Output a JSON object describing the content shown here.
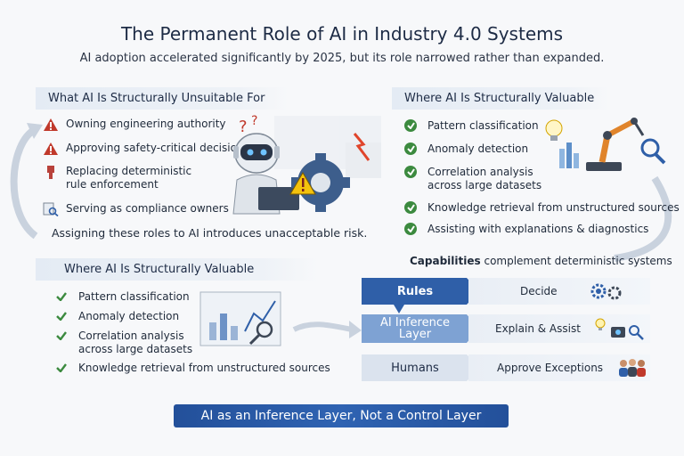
{
  "title": "The Permanent Role of AI in Industry 4.0 Systems",
  "subtitle": "AI adoption accelerated significantly by 2025, but its role narrowed rather than expanded.",
  "unsuitable": {
    "heading": "What AI Is Structurally Unsuitable For",
    "items": [
      "Owning engineering authority",
      "Approving safety-critical decisions",
      "Replacing deterministic",
      "rule enforcement",
      "Serving as compliance owners"
    ],
    "footer": "Assigning these roles to AI introduces unacceptable risk."
  },
  "valuable": {
    "heading": "Where AI Is Structurally Valuable",
    "items": [
      "Pattern classification",
      "Anomaly detection",
      "Correlation analysis",
      "across large datasets",
      "Knowledge retrieval from unstructured sources",
      "Assisting with explanations & diagnostics"
    ]
  },
  "valuable2": {
    "heading": "Where AI Is Structurally Valuable",
    "items": [
      "Pattern classification",
      "Anomaly detection",
      "Correlation analysis",
      "across large datasets",
      "Knowledge retrieval from unstructured sources"
    ]
  },
  "capabilities": {
    "prefix": "Capabilities",
    "rest": " complement deterministic systems"
  },
  "flow": [
    {
      "left": "Rules",
      "right": "Decide"
    },
    {
      "left": "AI Inference",
      "left2": "Layer",
      "right": "Explain & Assist"
    },
    {
      "left": "Humans",
      "right": "Approve Exceptions"
    }
  ],
  "banner": "AI as an Inference Layer, Not a Control Layer",
  "colors": {
    "accent": "#2f5fa8",
    "check": "#3c8a3f",
    "warning": "#c0392b"
  },
  "icons": [
    "warning-icon",
    "check-icon",
    "robot-illustration",
    "robot-arm-illustration",
    "gear-icon",
    "lightbulb-icon",
    "magnifier-icon",
    "team-icon"
  ]
}
